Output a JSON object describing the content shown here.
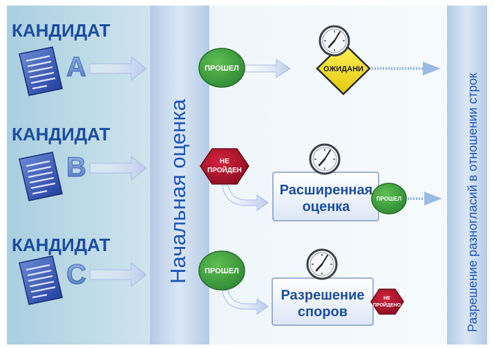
{
  "diagram": {
    "candidates": [
      {
        "label": "КАНДИДАТ",
        "letter": "A"
      },
      {
        "label": "КАНДИДАТ",
        "letter": "B"
      },
      {
        "label": "КАНДИДАТ",
        "letter": "C"
      }
    ],
    "initial_column_label": "Начальная оценка",
    "right_column_label": "Разрешение разногласий в отношении строк",
    "row_a": {
      "badge": "ПРОШЕЛ",
      "wait_label": "ОЖИДАНИ"
    },
    "row_b": {
      "badge_line1": "НЕ",
      "badge_line2": "ПРОЙДЕН",
      "box_line1": "Расширенная",
      "box_line2": "оценка",
      "box_badge": "ПРОШЕЛ"
    },
    "row_c": {
      "badge": "ПРОШЕЛ",
      "box_line1": "Разрешение",
      "box_line2": "споров",
      "box_badge_line1": "НЕ",
      "box_badge_line2": "ПРОЙДЕНО"
    },
    "icons": [
      "document-icon",
      "clock-icon",
      "arrow-icon"
    ],
    "colors": {
      "pass_green": "#3e9b3e",
      "fail_red": "#b3142a",
      "wait_yellow": "#f2e01d",
      "column_blue": "#c7d9ee",
      "text_blue": "#1c4e9a"
    }
  }
}
